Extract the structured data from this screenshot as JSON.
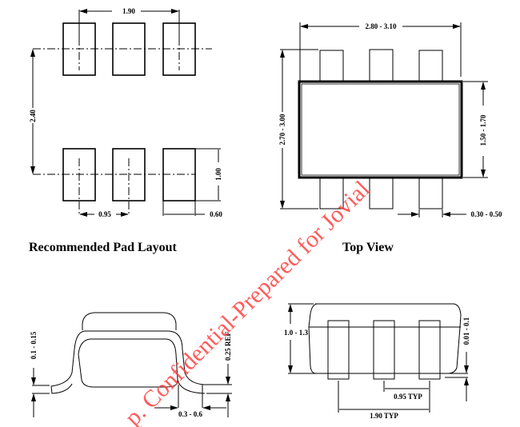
{
  "pad_layout": {
    "title": "Recommended Pad Layout",
    "dim_pitch_outer": "1.90",
    "dim_row_spacing": "2.40",
    "dim_pad_height": "1.00",
    "dim_pitch": "0.95",
    "dim_pad_width": "0.60"
  },
  "top_view": {
    "title": "Top View",
    "dim_overall_width": "2.80 - 3.10",
    "dim_overall_height": "2.70 - 3.00",
    "dim_body_width": "1.50 - 1.70",
    "dim_lead_width": "0.30 - 0.50"
  },
  "end_view": {
    "dim_lead_thickness": "0.1 - 0.15",
    "dim_gauge": "0.25 REF",
    "dim_foot_length": "0.3 - 0.6"
  },
  "side_view": {
    "dim_height": "1.0 - 1.3",
    "dim_standoff": "0.01 - 0.1",
    "dim_pitch": "0.95 TYP",
    "dim_pitch_outer": "1.90 TYP"
  },
  "watermark": {
    "text": "p. Confidential-Prepared for Jovial",
    "color": "#ff4040"
  }
}
